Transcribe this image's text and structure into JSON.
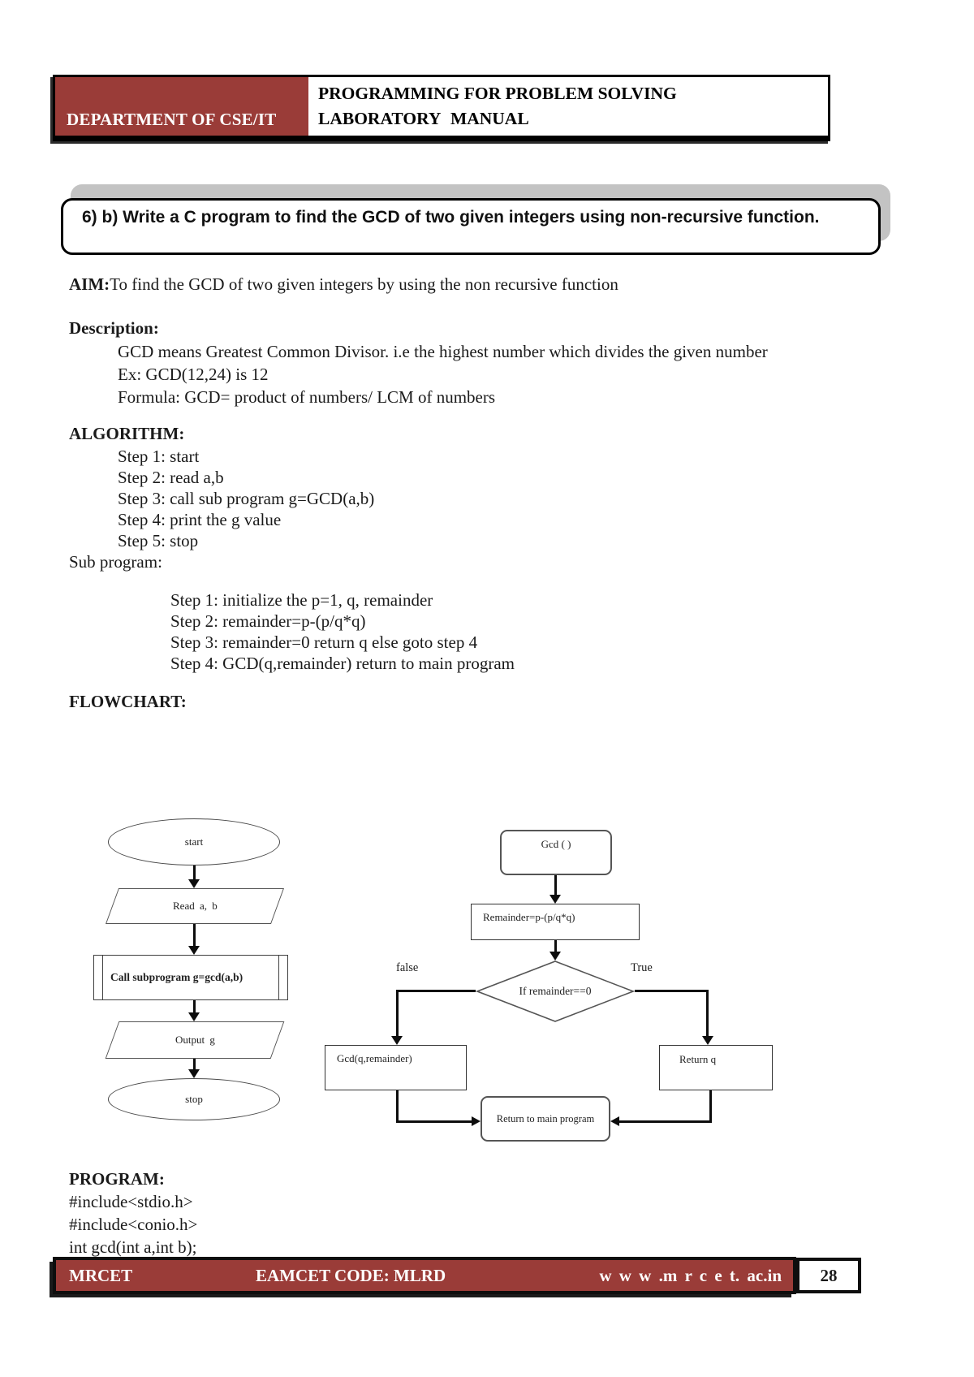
{
  "header": {
    "department": "DEPARTMENT OF CSE/IT",
    "title_line1": "PROGRAMMING FOR PROBLEM SOLVING",
    "title_line2": "LABORATORY MANUAL"
  },
  "question": {
    "text": "6) b) Write a C program to find the GCD of two given integers using non-recursive function."
  },
  "aim": {
    "label": "AIM:",
    "text": "To find the GCD of two given integers by using the non recursive function"
  },
  "description": {
    "heading": "Description:",
    "lines": [
      "GCD means Greatest Common Divisor. i.e the highest number which divides the given number",
      "Ex: GCD(12,24) is 12",
      "Formula: GCD= product of numbers/ LCM of numbers"
    ]
  },
  "algorithm": {
    "heading": "ALGORITHM:",
    "steps": [
      "Step 1: start",
      "Step 2: read a,b",
      "Step 3: call sub program g=GCD(a,b)",
      "Step 4: print the g value",
      "Step 5: stop"
    ],
    "subprogram_label": "Sub program:",
    "subprogram_steps": [
      "Step 1: initialize the p=1, q, remainder",
      "Step 2: remainder=p-(p/q*q)",
      "Step 3: remainder=0 return q else goto step 4",
      "Step 4: GCD(q,remainder) return to main program"
    ]
  },
  "flowchart": {
    "heading": "FLOWCHART:",
    "main": {
      "start": "start",
      "read": "Read a, b",
      "call": "Call subprogram g=gcd(a,b)",
      "output": "Output g",
      "stop": "stop"
    },
    "sub": {
      "entry": "Gcd ( )",
      "remainder": "Remainder=p-(p/q*q)",
      "decision": "If remainder==0",
      "false_label": "false",
      "true_label": "True",
      "false_box": "Gcd(q,remainder)",
      "true_box": "Return q",
      "return_box": "Return to main program"
    }
  },
  "program": {
    "heading": "PROGRAM:",
    "lines": [
      "#include<stdio.h>",
      "#include<conio.h>",
      "int gcd(int a,int b);"
    ]
  },
  "footer": {
    "left": "MRCET",
    "center": "EAMCET CODE: MLRD",
    "right": "w w w .m r c e t. ac.in",
    "page_number": "28"
  },
  "colors": {
    "maroon": "#9a3c38",
    "shadow_gray": "#c3c3c3"
  }
}
